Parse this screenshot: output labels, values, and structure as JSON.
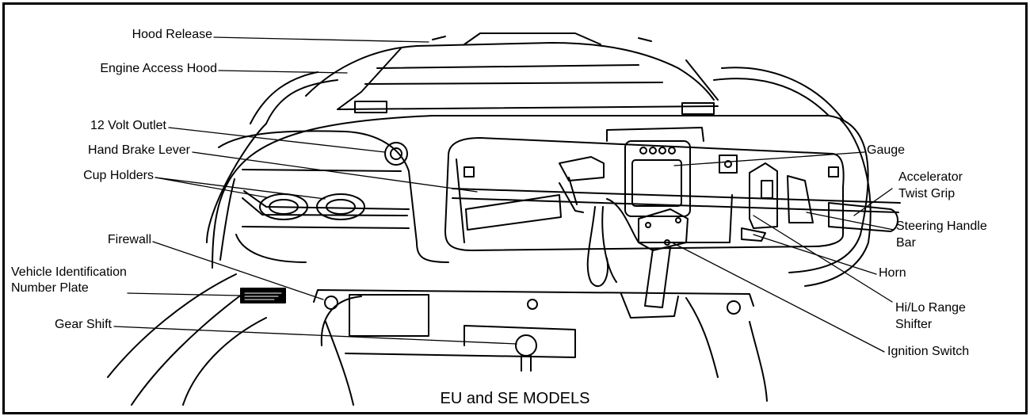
{
  "labels": {
    "hood_release": "Hood Release",
    "engine_access_hood": "Engine Access Hood",
    "volt_outlet": "12 Volt Outlet",
    "hand_brake_lever": "Hand Brake Lever",
    "cup_holders": "Cup Holders",
    "firewall": "Firewall",
    "vin_plate_line1": "Vehicle Identification",
    "vin_plate_line2": "Number Plate",
    "gear_shift": "Gear Shift",
    "gauge": "Gauge",
    "accelerator_line1": "Accelerator",
    "accelerator_line2": "Twist Grip",
    "steering_line1": "Steering Handle",
    "steering_line2": "Bar",
    "horn": "Horn",
    "range_shifter_line1": "Hi/Lo Range",
    "range_shifter_line2": "Shifter",
    "ignition_switch": "Ignition Switch"
  },
  "caption": "EU and SE MODELS"
}
